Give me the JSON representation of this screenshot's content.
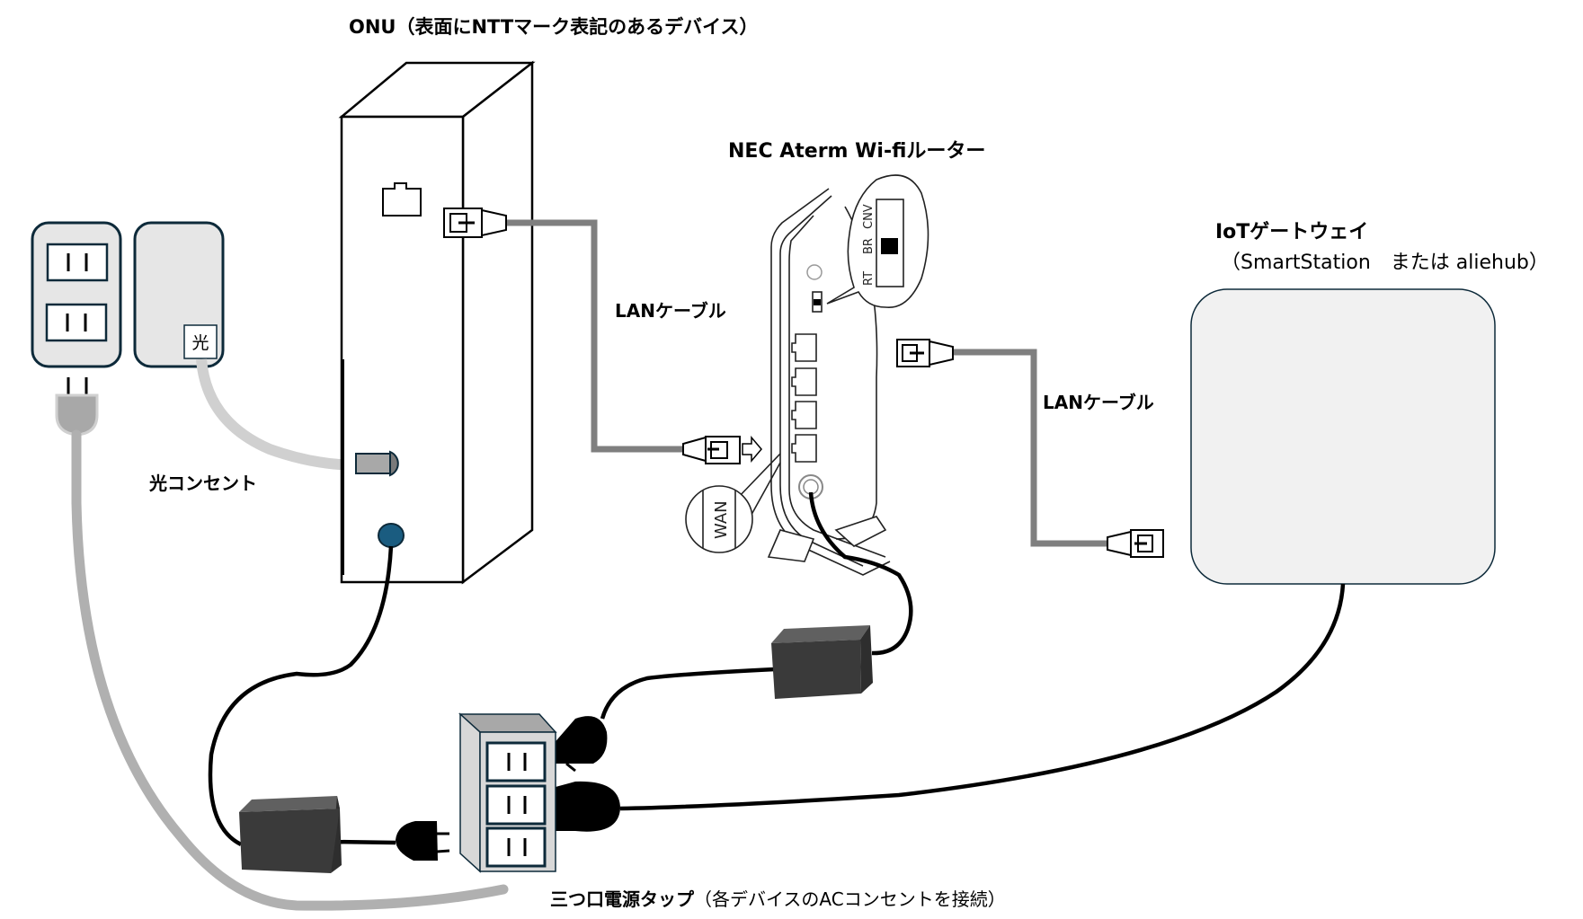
{
  "labels": {
    "onu_title": "ONU（表面にNTTマーク表記のあるデバイス）",
    "router_title": "NEC Aterm Wi-fiルーター",
    "gateway_title": "IoTゲートウェイ",
    "gateway_subtitle": "（SmartStation　または aliehub）",
    "lan_cable_1": "LANケーブル",
    "lan_cable_2": "LANケーブル",
    "optical_outlet": "光コンセント",
    "power_tap_title": "三つ口電源タップ",
    "power_tap_note": "（各デバイスのACコンセントを接続）",
    "optical_mark": "光",
    "router_switch_labels": [
      "RT",
      "BR",
      "CNV"
    ],
    "router_wan_label": "WAN"
  },
  "colors": {
    "outline": "#0d2a3a",
    "panel_fill": "#e6e6e6",
    "gateway_fill": "#f1f1f1",
    "lan_cable": "#7f7f7f",
    "fiber_cable": "#d0d0d0",
    "power_cord_grey": "#b0b0b0",
    "power_cord_black": "#000000",
    "adapter_front": "#3a3a3a",
    "adapter_top": "#606060",
    "onu_power_port": "#1a5c80",
    "tap_side": "#d8d8d8",
    "tap_top": "#a8a8a8"
  }
}
